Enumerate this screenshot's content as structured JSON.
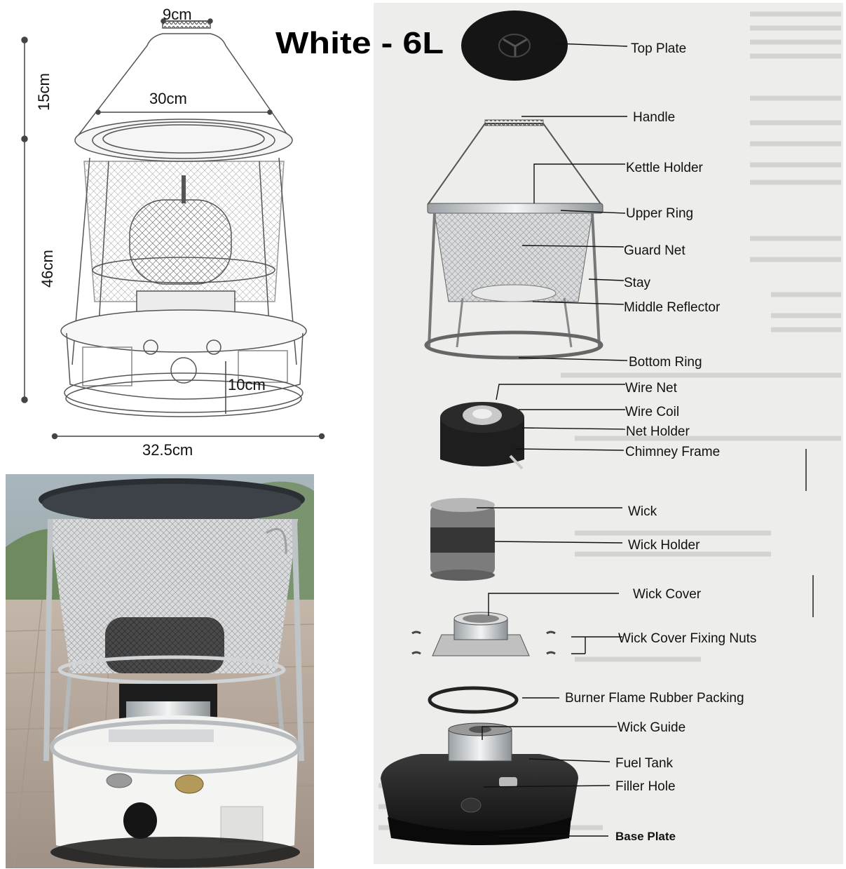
{
  "title": "White - 6L",
  "dimensions": {
    "top_width": "9cm",
    "handle_height": "15cm",
    "inner_width": "30cm",
    "body_height": "46cm",
    "base_height": "10cm",
    "base_width": "32.5cm"
  },
  "parts": {
    "top_plate": "Top Plate",
    "handle": "Handle",
    "kettle_holder": "Kettle Holder",
    "upper_ring": "Upper Ring",
    "guard_net": "Guard Net",
    "stay": "Stay",
    "middle_reflector": "Middle Reflector",
    "bottom_ring": "Bottom Ring",
    "wire_net": "Wire Net",
    "wire_coil": "Wire Coil",
    "net_holder": "Net Holder",
    "chimney_frame": "Chimney Frame",
    "wick": "Wick",
    "wick_holder": "Wick Holder",
    "wick_cover": "Wick Cover",
    "wick_cover_fixing_nuts": "Wick Cover Fixing Nuts",
    "burner_flame_rubber_packing": "Burner Flame Rubber Packing",
    "wick_guide": "Wick Guide",
    "fuel_tank": "Fuel Tank",
    "filler_hole": "Filler Hole",
    "base_plate": "Base Plate"
  },
  "colors": {
    "manual_background": "#ededeb",
    "photo_sky": "#8fa0a8",
    "photo_ground": "#b8aca0",
    "heater_body": "#f4f4f2",
    "dark_parts": "#1c1c1c"
  }
}
